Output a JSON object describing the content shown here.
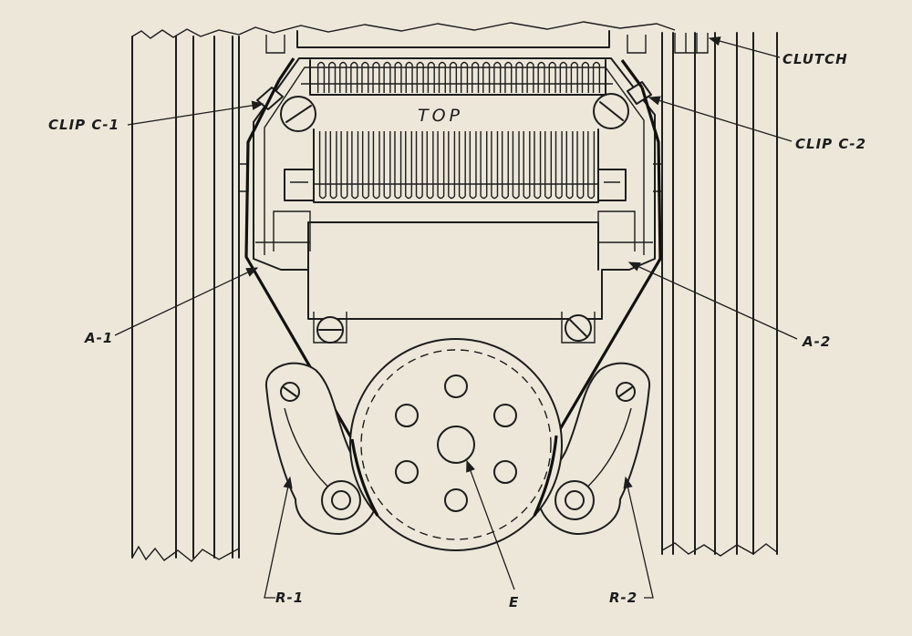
{
  "labels": {
    "clutch": "CLUTCH",
    "clip_c1": "CLIP C-1",
    "clip_c2": "CLIP C-2",
    "top": "TOP",
    "a1": "A-1",
    "a2": "A-2",
    "r1": "R-1",
    "e": "E",
    "r2": "R-2"
  },
  "colors": {
    "paper": "#ede7da",
    "ink": "#1d1d1d"
  }
}
